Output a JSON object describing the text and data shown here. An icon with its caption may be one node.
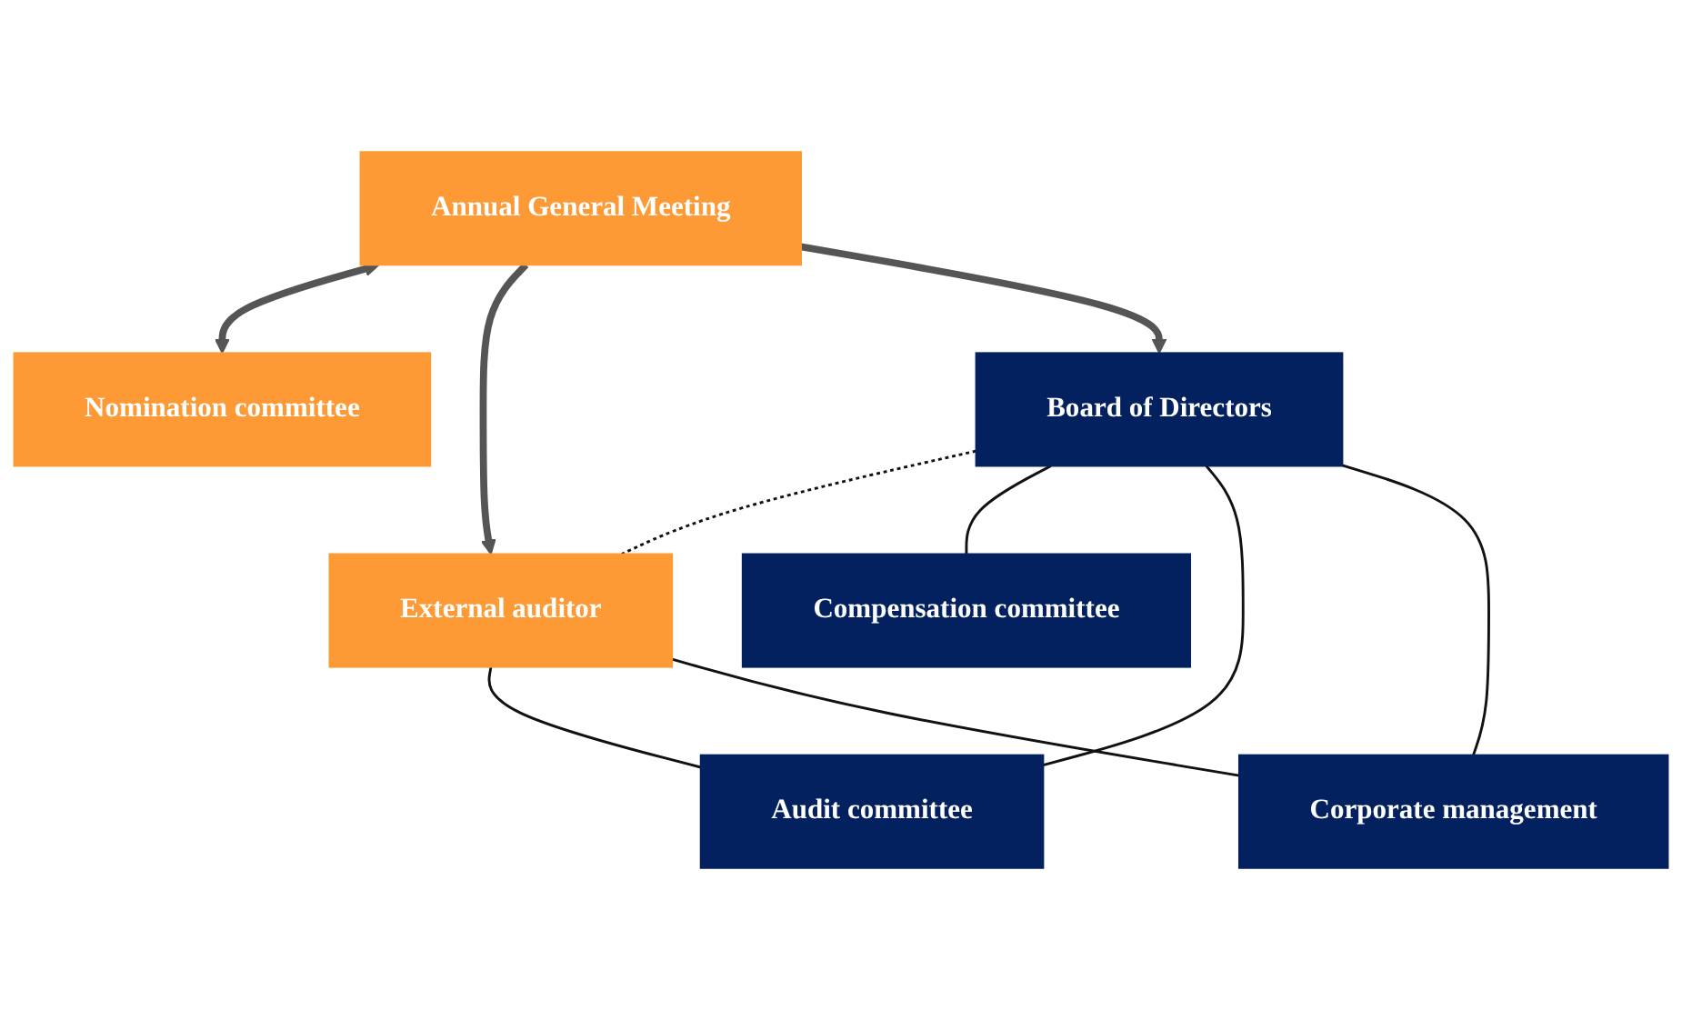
{
  "diagram": {
    "nodes": [
      {
        "text": [
          "Annual General Meeting"
        ]
      },
      {
        "text": [
          "Nomination committee"
        ]
      },
      {
        "text": [
          "External auditor"
        ]
      },
      {
        "text": [
          "Board of Directors"
        ]
      },
      {
        "text": [
          "Compensation committee"
        ]
      },
      {
        "text": [
          "Audit committee"
        ]
      },
      {
        "text": [
          "Corporate management"
        ]
      }
    ],
    "edges": [
      {
        "from": 0,
        "to": 1,
        "arrow": "both",
        "style": "thick",
        "color": "#555555"
      },
      {
        "from": 0,
        "to": 2,
        "arrow": "to",
        "style": "thick",
        "color": "#555555"
      },
      {
        "from": 0,
        "to": 3,
        "arrow": "to",
        "style": "thick",
        "color": "#555555"
      },
      {
        "from": 3,
        "to": 2,
        "arrow": "none",
        "style": "dashed"
      },
      {
        "from": 3,
        "to": 4,
        "arrow": "none"
      },
      {
        "from": 3,
        "to": 5,
        "arrow": "none"
      },
      {
        "from": 3,
        "to": 6,
        "arrow": "none"
      },
      {
        "from": 2,
        "to": 5,
        "arrow": "none"
      },
      {
        "from": 2,
        "to": 6,
        "arrow": "none"
      }
    ]
  }
}
